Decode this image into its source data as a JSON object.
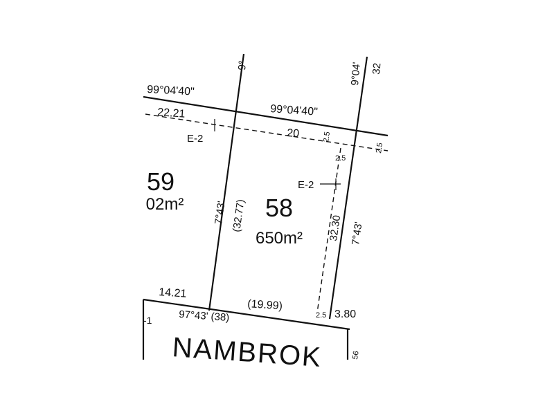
{
  "plan": {
    "lots": [
      {
        "number": "58",
        "area": "650m²"
      },
      {
        "number": "59",
        "area": "02m²"
      }
    ],
    "road_name": "NAMBROK",
    "bearings": {
      "top_left": "99°04'40\"",
      "top_center": "99°04'40\"",
      "left_boundary": "7°43'",
      "right_boundary": "7°43'",
      "top_left_vertical": "9°",
      "top_right_vertical": "9°04'",
      "bottom": "97°43' (38)"
    },
    "dimensions": {
      "top_left_distance": "22.21",
      "top_lot_frontage": "20",
      "left_side": "(32.77)",
      "easement_length": "32.30",
      "bottom_left": "14.21",
      "bottom_frontage": "(19.99)",
      "corner_offset": "3.80",
      "top_right_edge": "32"
    },
    "easements": {
      "left_label": "E-2",
      "right_label": "E-2",
      "width_a": "2.5",
      "width_b": "2.5",
      "width_c": "2.5",
      "width_d": "2.5"
    },
    "fragments": {
      "bottom_left": "-1",
      "bottom_right": "56"
    }
  }
}
